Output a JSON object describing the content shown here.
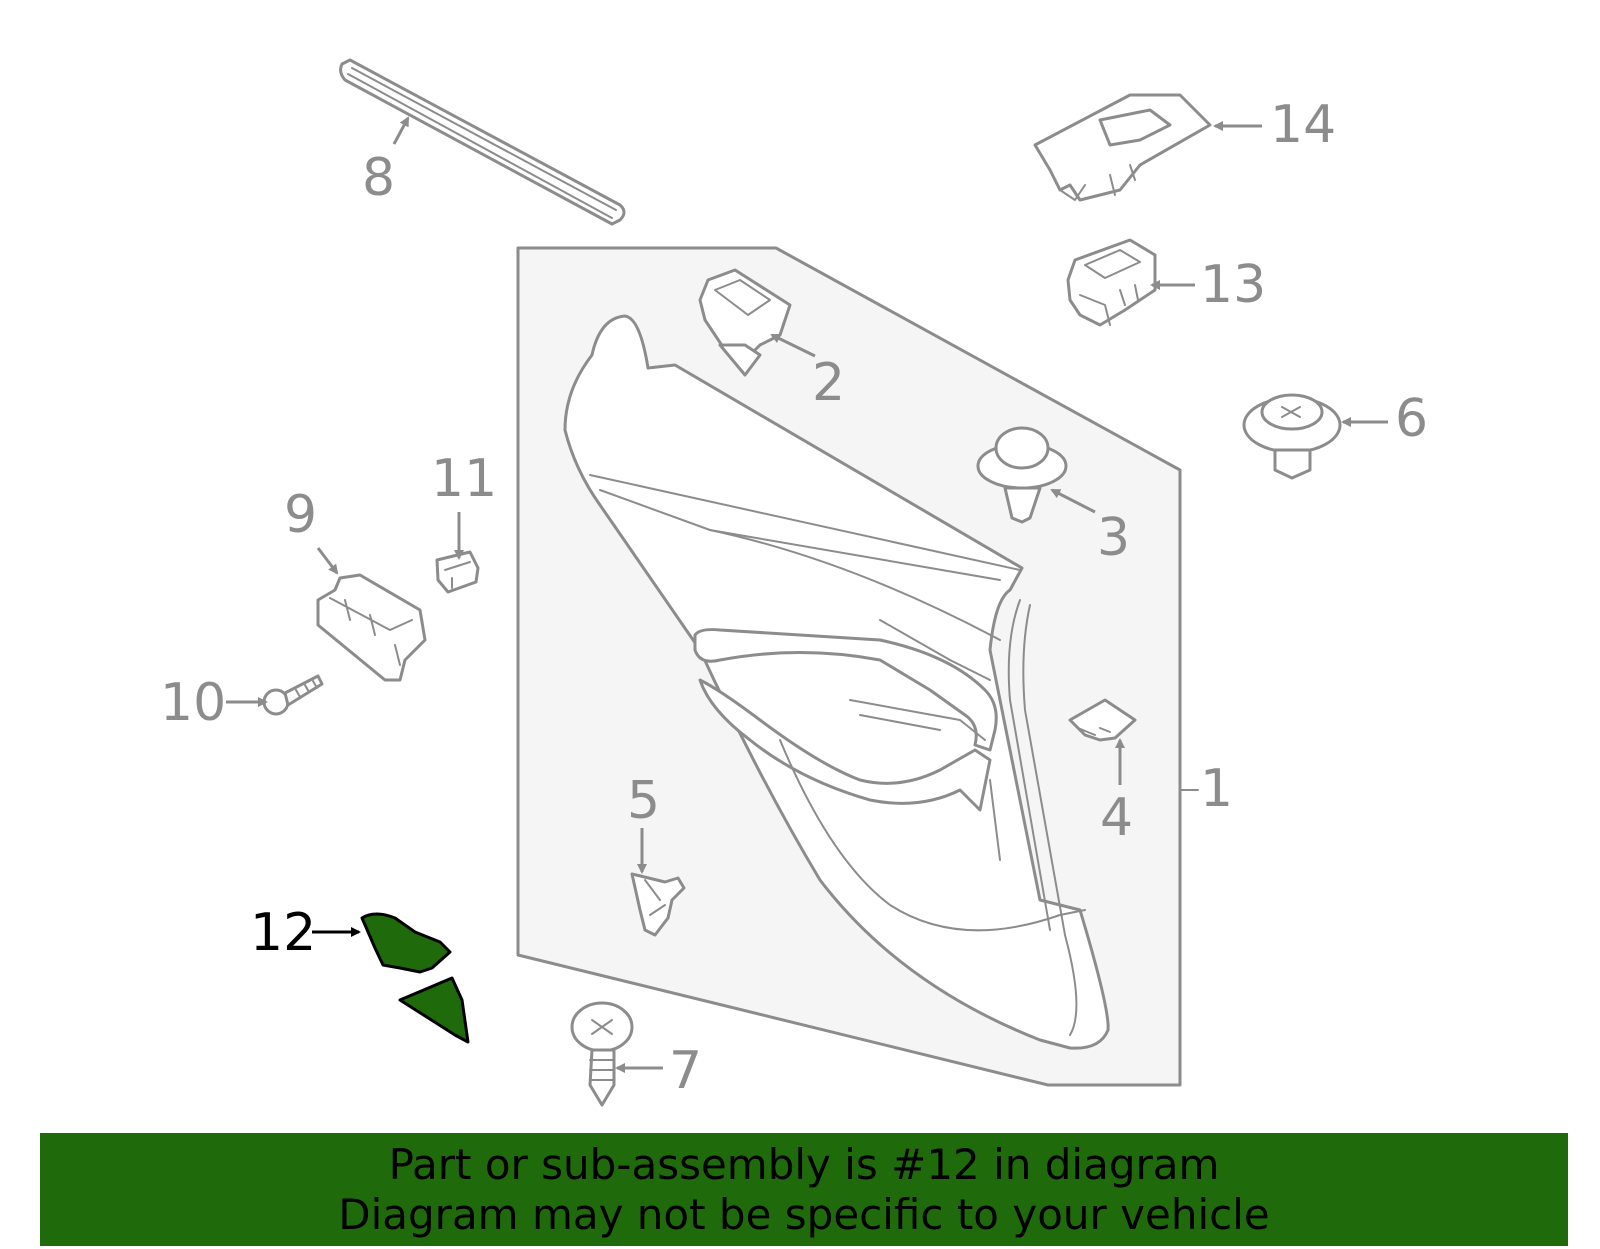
{
  "diagram": {
    "callouts": [
      "1",
      "2",
      "3",
      "4",
      "5",
      "6",
      "7",
      "8",
      "9",
      "10",
      "11",
      "12",
      "13",
      "14"
    ],
    "highlighted_callout": "12",
    "colors": {
      "highlight": "#1f6b0c",
      "line": "#8c8c8c",
      "panel_fill": "#f5f5f5",
      "banner": "#1f6b0c"
    }
  },
  "banner": {
    "line1": "Part or sub-assembly is #12 in diagram",
    "line2": "Diagram may not be specific to your vehicle"
  }
}
